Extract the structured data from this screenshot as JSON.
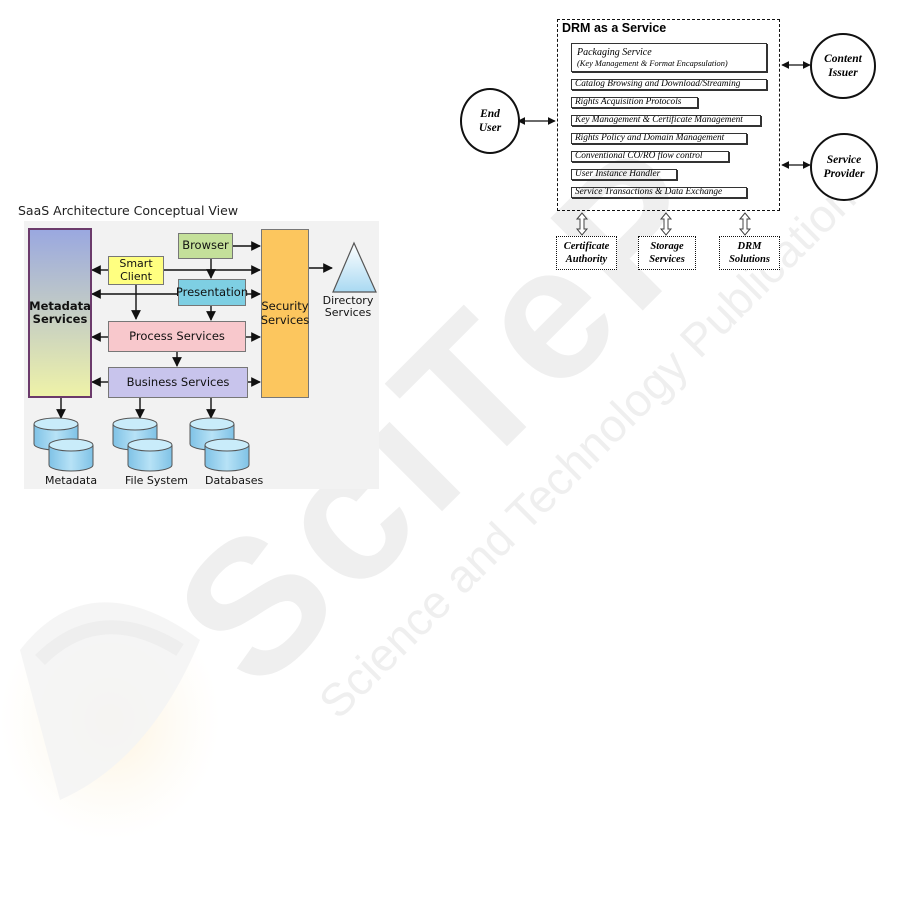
{
  "watermark": {
    "big": "SciTeP",
    "small": "Science and Technology Publications"
  },
  "saas": {
    "title": "SaaS Architecture Conceptual View",
    "boxes": {
      "metadata_services": [
        "Metadata",
        "Services"
      ],
      "browser": "Browser",
      "smart_client": [
        "Smart",
        "Client"
      ],
      "presentation": "Presentation",
      "process_services": "Process Services",
      "business_services": "Business Services",
      "security_services": [
        "Security",
        "Services"
      ]
    },
    "directory_services": [
      "Directory",
      "Services"
    ],
    "stores": [
      "Metadata",
      "File System",
      "Databases"
    ],
    "colors": {
      "metadata_top": "#9aa8e0",
      "metadata_bottom": "#eef2a8",
      "browser": "#c4e09a",
      "smart_client": "#ffff80",
      "presentation": "#7ecfe3",
      "process": "#f8c8cc",
      "business": "#c8c4ec",
      "security": "#fcc65e",
      "cylinder": "#9cd4f0"
    }
  },
  "drm": {
    "title": "DRM as a Service",
    "packaging": [
      "Packaging Service",
      "(Key Management & Format Encapsulation)"
    ],
    "items": [
      "Catalog Browsing and Download/Streaming",
      "Rights Acquisition Protocols",
      "Key Management & Certificate Management",
      "Rights Policy and Domain Management",
      "Conventional CO/RO flow control",
      "User Instance Handler",
      "Service Transactions & Data Exchange"
    ],
    "actors": {
      "end_user": [
        "End",
        "User"
      ],
      "content_issuer": [
        "Content",
        "Issuer"
      ],
      "service_provider": [
        "Service",
        "Provider"
      ]
    },
    "bottom": [
      [
        "Certificate",
        "Authority"
      ],
      [
        "Storage",
        "Services"
      ],
      [
        "DRM",
        "Solutions"
      ]
    ]
  }
}
